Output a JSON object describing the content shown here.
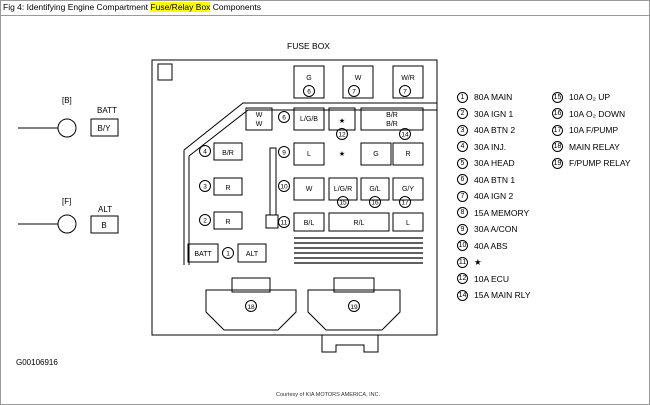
{
  "caption": {
    "prefix": "Fig 4: Identifying Engine Compartment ",
    "highlight": "Fuse/Relay Box",
    "suffix": " Components"
  },
  "diagram": {
    "title": "FUSE BOX",
    "figure_id": "G00106916",
    "courtesy": "Courtesy of KIA MOTORS AMERICA, INC.",
    "connectors": [
      {
        "tag": "[B]",
        "name": "BATT",
        "wire": "B/Y"
      },
      {
        "tag": "[F]",
        "name": "ALT",
        "wire": "B"
      }
    ],
    "fuse_labels": {
      "f6": "G",
      "f7": "W",
      "f8": "W/R",
      "f14_left": "W",
      "f14_right": "W",
      "f13": "L/G/B",
      "f15a": "B/R",
      "f15b": "B/R",
      "f4": "B/R",
      "f3": "R",
      "f2": "R",
      "f9": "L",
      "f12": "G",
      "f16": "R",
      "f10": "W",
      "f11": "B/L",
      "f18a": "L/G/R",
      "f18b": "G/L",
      "f18c": "G/Y",
      "f17": "R/L",
      "f5": "L",
      "batt": "BATT",
      "alt": "ALT"
    },
    "star": "★",
    "legend": [
      {
        "n": "1",
        "text": "80A MAIN"
      },
      {
        "n": "2",
        "text": "30A IGN 1"
      },
      {
        "n": "3",
        "text": "40A BTN 2"
      },
      {
        "n": "4",
        "text": "30A INJ."
      },
      {
        "n": "5",
        "text": "30A HEAD"
      },
      {
        "n": "6",
        "text": "40A BTN 1"
      },
      {
        "n": "7",
        "text": "40A IGN 2"
      },
      {
        "n": "8",
        "text": "15A MEMORY"
      },
      {
        "n": "9",
        "text": "30A A/CON"
      },
      {
        "n": "10",
        "text": "40A ABS"
      },
      {
        "n": "11",
        "text": "★"
      },
      {
        "n": "12",
        "text": "10A ECU"
      },
      {
        "n": "14",
        "text": "15A MAIN RLY"
      },
      {
        "n": "15",
        "text": "10A O₂ UP"
      },
      {
        "n": "16",
        "text": "10A O₂ DOWN"
      },
      {
        "n": "17",
        "text": "10A F/PUMP"
      },
      {
        "n": "18",
        "text": "MAIN RELAY"
      },
      {
        "n": "19",
        "text": "F/PUMP RELAY"
      }
    ]
  }
}
